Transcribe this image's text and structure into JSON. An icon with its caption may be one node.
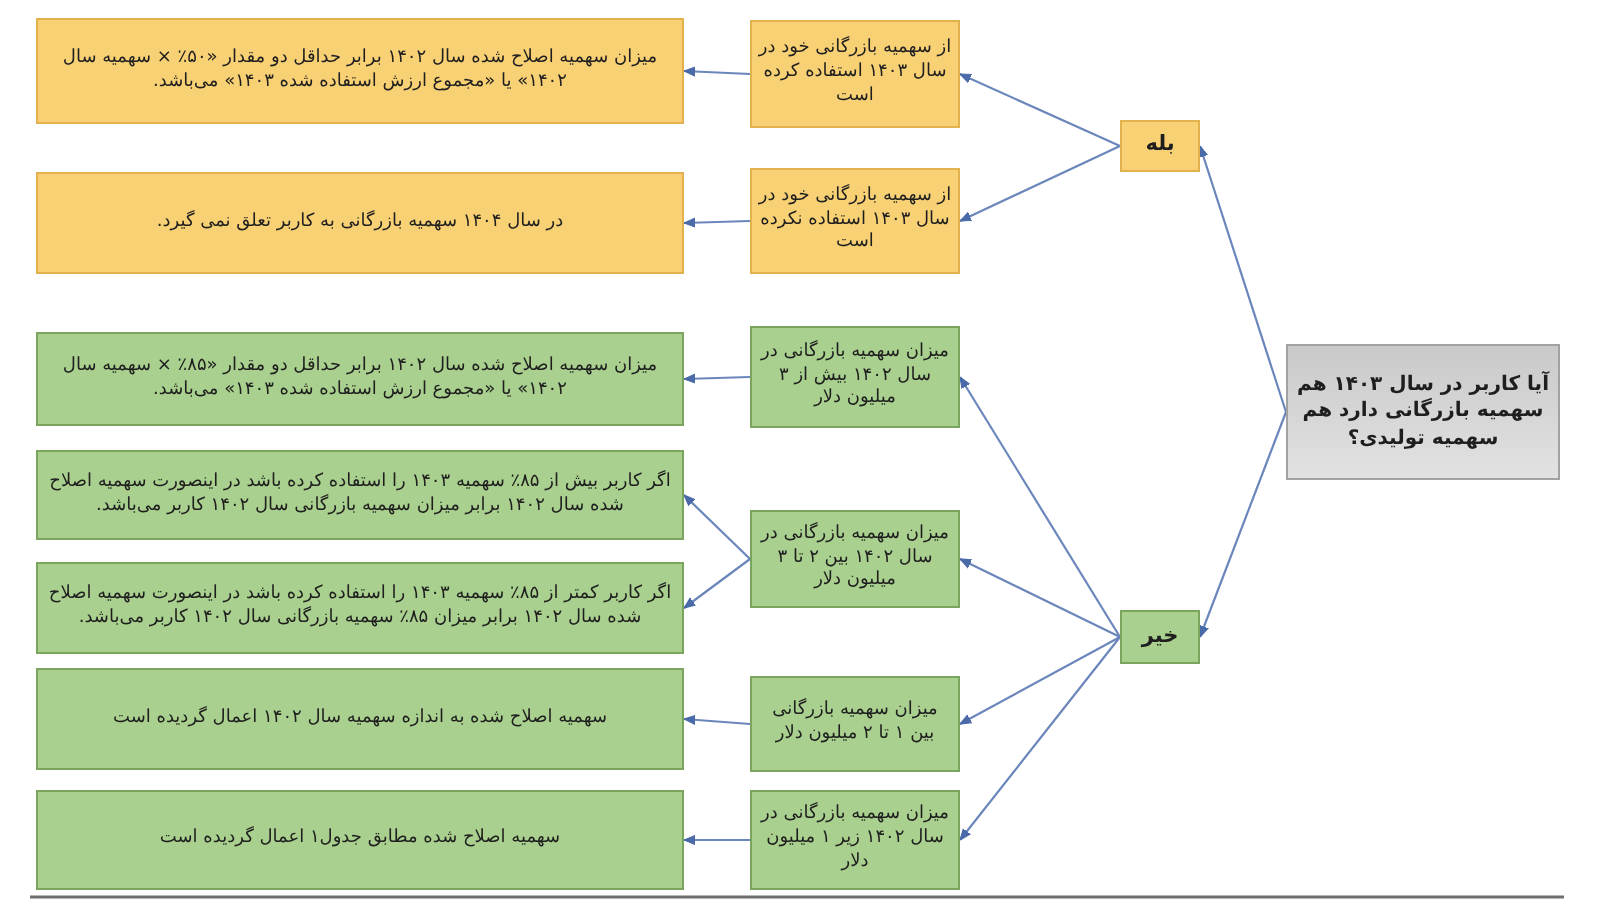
{
  "diagram": {
    "nodes": [
      {
        "text": [
          "آیا کاربر در سال ۱۴۰۳ هم سهمیه بازرگانی دارد هم سهمیه تولیدی؟"
        ]
      },
      {
        "text": [
          "بله"
        ]
      },
      {
        "text": [
          "خیر"
        ]
      },
      {
        "text": [
          "از سهمیه بازرگانی خود در سال ۱۴۰۳ استفاده کرده است"
        ]
      },
      {
        "text": [
          "از سهمیه بازرگانی خود در سال ۱۴۰۳ استفاده نکرده است"
        ]
      },
      {
        "text": [
          "میزان سهمیه بازرگانی در سال ۱۴۰۲ بیش از ۳ میلیون دلار"
        ]
      },
      {
        "text": [
          "میزان سهمیه بازرگانی در سال ۱۴۰۲ بین ۲ تا ۳ میلیون دلار"
        ]
      },
      {
        "text": [
          "میزان سهمیه بازرگانی بین ۱ تا ۲ میلیون دلار"
        ]
      },
      {
        "text": [
          "میزان سهمیه بازرگانی در سال ۱۴۰۲ زیر ۱ میلیون دلار"
        ]
      },
      {
        "text": [
          "میزان سهمیه اصلاح شده سال ۱۴۰۲ برابر حداقل دو مقدار «۵۰٪ × سهمیه سال ۱۴۰۲» یا «مجموع ارزش استفاده شده ۱۴۰۳» می‌باشد."
        ]
      },
      {
        "text": [
          "در سال ۱۴۰۴ سهمیه بازرگانی به کاربر تعلق نمی گیرد."
        ]
      },
      {
        "text": [
          "میزان سهمیه اصلاح شده سال ۱۴۰۲ برابر حداقل دو مقدار «۸۵٪ × سهمیه سال ۱۴۰۲» یا «مجموع ارزش استفاده شده ۱۴۰۳» می‌باشد."
        ]
      },
      {
        "text": [
          "اگر کاربر بیش از ۸۵٪ سهمیه ۱۴۰۳ را استفاده کرده باشد در اینصورت سهمیه اصلاح شده سال ۱۴۰۲ برابر میزان سهمیه بازرگانی سال ۱۴۰۲ کاربر می‌باشد."
        ]
      },
      {
        "text": [
          "اگر کاربر کمتر از ۸۵٪ سهمیه ۱۴۰۳ را استفاده کرده باشد در اینصورت سهمیه اصلاح شده سال ۱۴۰۲ برابر میزان ۸۵٪ سهمیه بازرگانی سال ۱۴۰۲ کاربر می‌باشد."
        ]
      },
      {
        "text": [
          "سهمیه اصلاح شده به اندازه سهمیه سال ۱۴۰۲ اعمال گردیده است"
        ]
      },
      {
        "text": [
          "سهمیه اصلاح شده مطابق جدول۱ اعمال گردیده است"
        ]
      }
    ],
    "edges": [
      {
        "from": 0,
        "to": 1,
        "arrow": "to"
      },
      {
        "from": 0,
        "to": 2,
        "arrow": "to"
      },
      {
        "from": 1,
        "to": 3,
        "arrow": "to"
      },
      {
        "from": 1,
        "to": 4,
        "arrow": "to"
      },
      {
        "from": 2,
        "to": 5,
        "arrow": "to"
      },
      {
        "from": 2,
        "to": 6,
        "arrow": "to"
      },
      {
        "from": 2,
        "to": 7,
        "arrow": "to"
      },
      {
        "from": 2,
        "to": 8,
        "arrow": "to"
      },
      {
        "from": 3,
        "to": 9,
        "arrow": "to"
      },
      {
        "from": 4,
        "to": 10,
        "arrow": "to"
      },
      {
        "from": 5,
        "to": 11,
        "arrow": "to"
      },
      {
        "from": 6,
        "to": 12,
        "arrow": "to"
      },
      {
        "from": 6,
        "to": 13,
        "arrow": "to"
      },
      {
        "from": 7,
        "to": 14,
        "arrow": "to"
      },
      {
        "from": 8,
        "to": 15,
        "arrow": "to"
      }
    ]
  }
}
